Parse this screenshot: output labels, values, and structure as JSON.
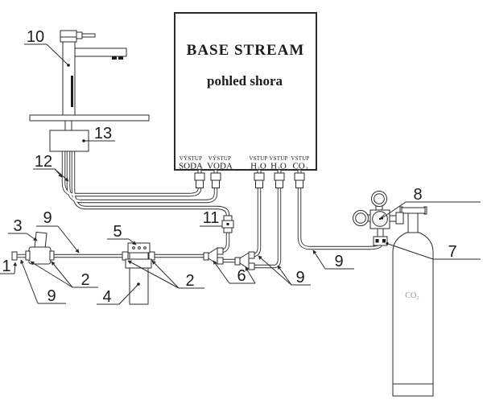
{
  "diagram": {
    "unit": {
      "title": "BASE STREAM",
      "subtitle": "pohled shora",
      "ports": [
        {
          "direction": "VÝSTUP",
          "medium": "SODA"
        },
        {
          "direction": "VÝSTUP",
          "medium": "VODA"
        },
        {
          "direction": "VSTUP",
          "medium": "H₂O"
        },
        {
          "direction": "VSTUP",
          "medium": "H₂O"
        },
        {
          "direction": "VSTUP",
          "medium": "CO₂"
        }
      ]
    },
    "cylinder": {
      "label": "CO₂"
    },
    "callouts": {
      "c1": "1",
      "c2": "2",
      "c3": "3",
      "c4": "4",
      "c5": "5",
      "c6": "6",
      "c7": "7",
      "c8": "8",
      "c9": "9",
      "c10": "10",
      "c11": "11",
      "c12": "12",
      "c13": "13"
    },
    "colors": {
      "line": "#2b2b2b",
      "cylinder_text": "#8f8f8f",
      "background": "#ffffff"
    }
  }
}
